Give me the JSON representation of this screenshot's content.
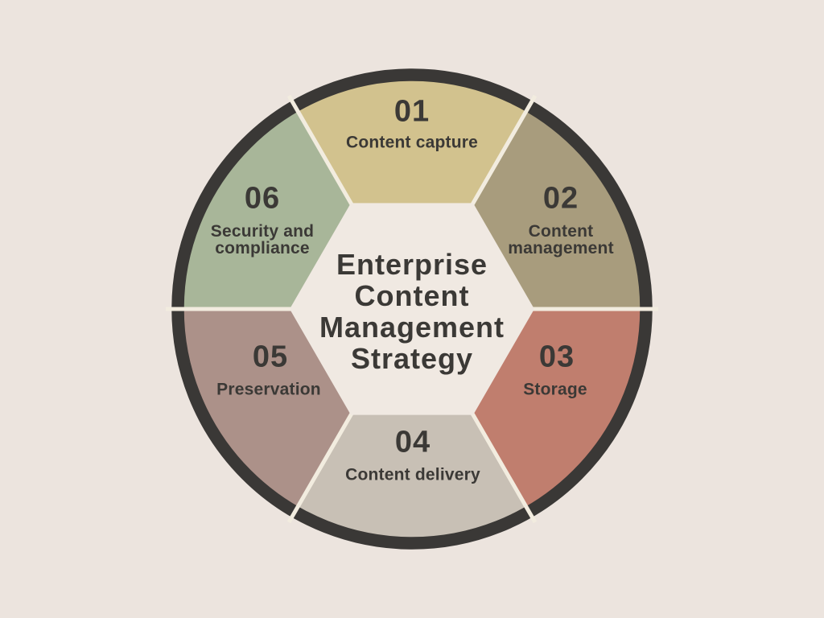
{
  "diagram": {
    "center_title": "Enterprise Content Management Strategy",
    "center_title_lines": [
      "Enterprise",
      "Content",
      "Management",
      "Strategy"
    ],
    "segments": [
      {
        "number": "01",
        "label": "Content capture",
        "color": "#d2c28e"
      },
      {
        "number": "02",
        "label": "Content management",
        "color": "#a89c7d"
      },
      {
        "number": "03",
        "label": "Storage",
        "color": "#c07e6e"
      },
      {
        "number": "04",
        "label": "Content delivery",
        "color": "#c8c0b5"
      },
      {
        "number": "05",
        "label": "Preservation",
        "color": "#ac9189"
      },
      {
        "number": "06",
        "label": "Security and compliance",
        "color": "#a8b699"
      }
    ],
    "colors": {
      "background": "#ece4de",
      "ring": "#3a3836",
      "divider": "#f2ecdf",
      "hexagon": "#f0e9e2",
      "text": "#3b3936"
    }
  }
}
